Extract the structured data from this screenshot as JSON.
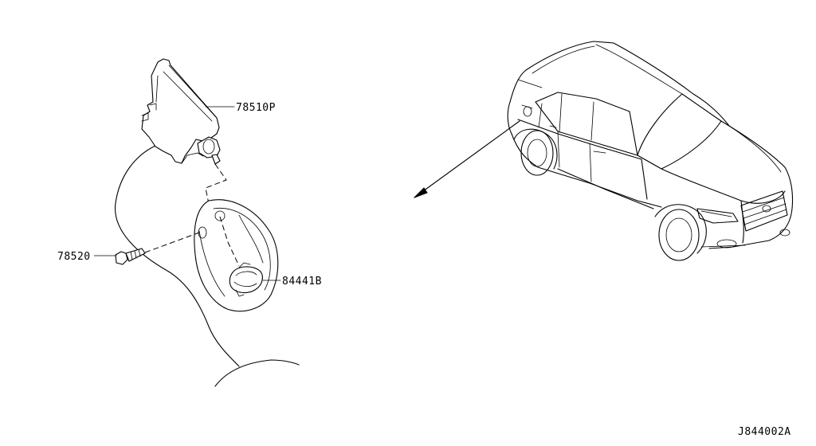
{
  "callouts": {
    "actuator": "78510P",
    "screw": "78520",
    "lid_spring": "84441B"
  },
  "diagram_code": "J844002A"
}
